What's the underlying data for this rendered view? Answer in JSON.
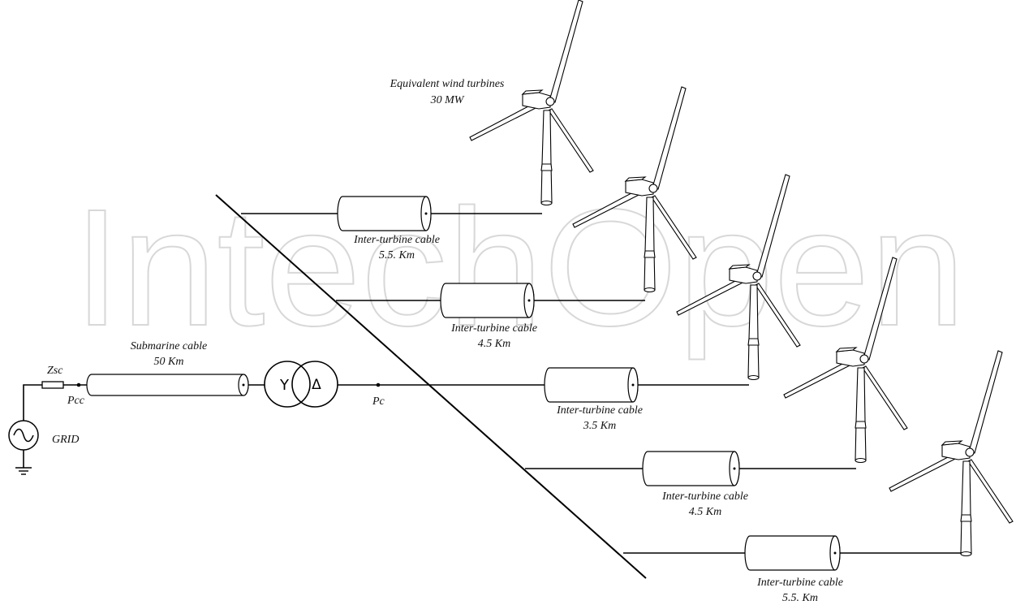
{
  "watermark": {
    "text": "IntechOpen"
  },
  "wind_farm": {
    "title": "Equivalent wind turbines",
    "rating": "30 MW"
  },
  "grid": {
    "source_label": "GRID",
    "impedance_label": "Zsc",
    "pcc_label": "Pcc"
  },
  "submarine_cable": {
    "title": "Submarine cable",
    "length": "50 Km"
  },
  "transformer": {
    "primary_symbol": "Y",
    "secondary_symbol": "Δ"
  },
  "collector": {
    "pc_label": "Pc"
  },
  "feeders": [
    {
      "cable_label": "Inter-turbine cable",
      "length": "5.5. Km"
    },
    {
      "cable_label": "Inter-turbine cable",
      "length": "4.5 Km"
    },
    {
      "cable_label": "Inter-turbine cable",
      "length": "3.5 Km"
    },
    {
      "cable_label": "Inter-turbine cable",
      "length": "4.5 Km"
    },
    {
      "cable_label": "Inter-turbine cable",
      "length": "5.5. Km"
    }
  ]
}
